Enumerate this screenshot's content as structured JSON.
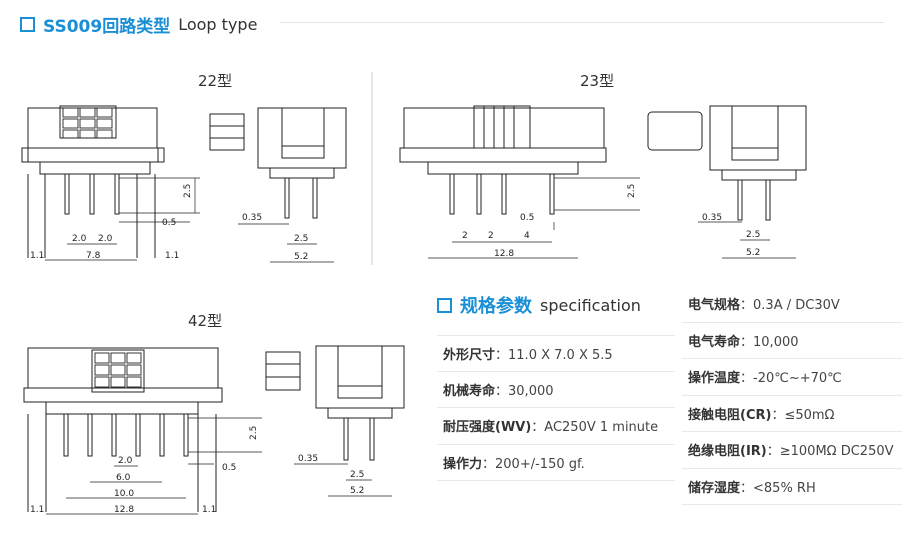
{
  "header": {
    "title_bold": "SS009回路类型",
    "title_en": "Loop type"
  },
  "types": {
    "t22": "22型",
    "t23": "23型",
    "t42": "42型"
  },
  "dims": {
    "d25": "2.5",
    "d05": "0.5",
    "d035": "0.35",
    "d20": "2.0",
    "d78": "7.8",
    "d11": "1.1",
    "d52": "5.2",
    "d2": "2",
    "d4": "4",
    "d128": "12.8",
    "d60": "6.0",
    "d100": "10.0"
  },
  "spec": {
    "title_bold": "规格参数",
    "title_en": "specification",
    "left": [
      {
        "label": "外形尺寸",
        "value": "：11.0 X 7.0 X 5.5"
      },
      {
        "label": "机械寿命",
        "value": "：30,000"
      },
      {
        "label": "耐压强度(WV)",
        "value": "：AC250V 1 minute"
      },
      {
        "label": "操作力",
        "value": "：200+/-150 gf."
      }
    ],
    "right": [
      {
        "label": "电气规格",
        "value": "：0.3A  / DC30V"
      },
      {
        "label": "电气寿命",
        "value": "：10,000"
      },
      {
        "label": "操作温度",
        "value": "：-20℃~+70℃"
      },
      {
        "label": "接触电阻(CR)",
        "value": "：≤50mΩ"
      },
      {
        "label": "绝缘电阻(IR)",
        "value": "：≥100MΩ DC250V"
      },
      {
        "label": "储存湿度",
        "value": "：<85% RH"
      }
    ]
  },
  "colors": {
    "accent": "#1a8fd6"
  }
}
